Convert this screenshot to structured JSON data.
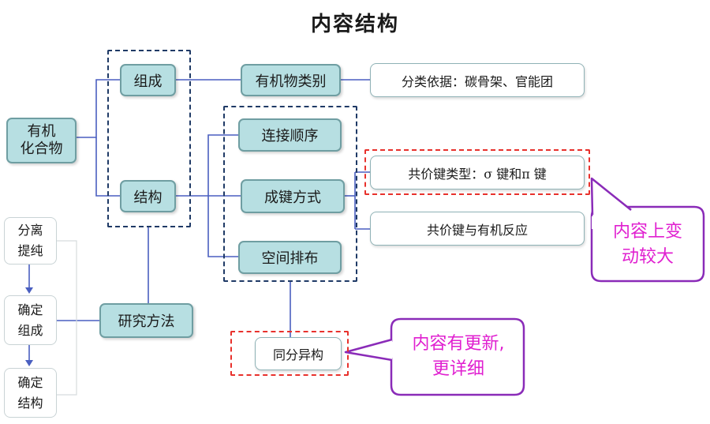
{
  "title": "内容结构",
  "nodes": {
    "organic_compound": "有机\n化合物",
    "composition": "组成",
    "structure": "结构",
    "research_methods": "研究方法",
    "organic_classes": "有机物类别",
    "classification_basis": "分类依据：碳骨架、官能团",
    "connection_order": "连接顺序",
    "bonding_mode": "成键方式",
    "spatial_arrangement": "空间排布",
    "covalent_bond_types": "共价键类型：σ 键和π 键",
    "covalent_bond_reaction": "共价键与有机反应",
    "isomers": "同分异构",
    "separate_purify": "分离\n提纯",
    "determine_composition": "确定\n组成",
    "determine_structure": "确定\n结构"
  },
  "callouts": {
    "big_change": "内容上变\n动较大",
    "updated_detail": "内容有更新,\n更详细"
  },
  "colors": {
    "teal_fill": "#b7dfe2",
    "line_blue": "#4a5fc0",
    "dash_navy": "#1f3a66",
    "dash_red": "#e8312c",
    "callout_purple": "#8a2bb8",
    "callout_text": "#e020d0"
  }
}
